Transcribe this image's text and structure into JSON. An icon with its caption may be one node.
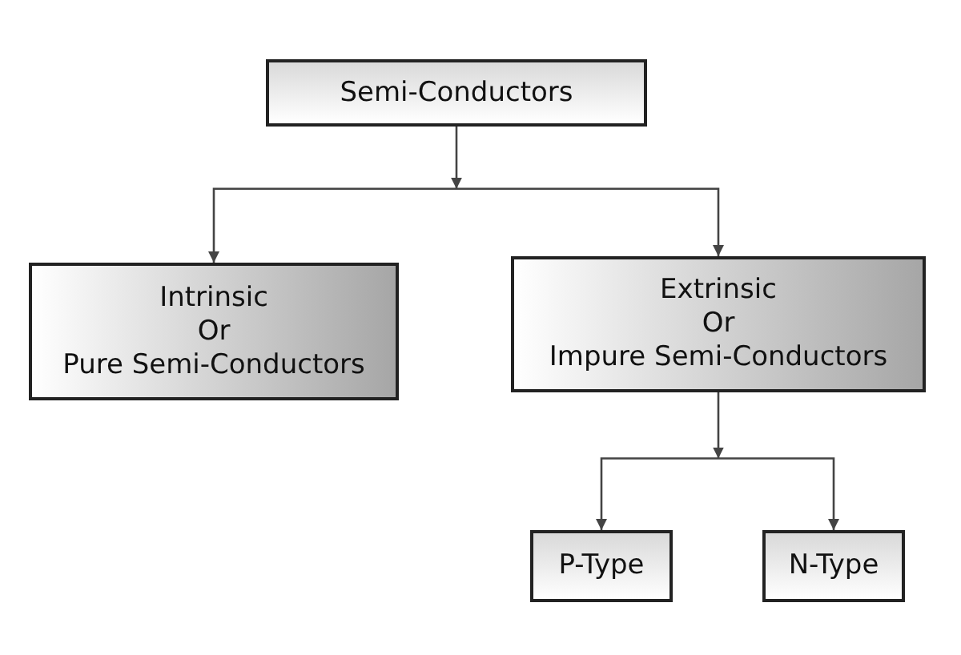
{
  "diagram": {
    "nodes": [
      {
        "text": [
          "Semi-Conductors"
        ]
      },
      {
        "text": [
          "Intrinsic",
          "Or",
          "Pure Semi-Conductors"
        ]
      },
      {
        "text": [
          "Extrinsic",
          "Or",
          "Impure Semi-Conductors"
        ]
      },
      {
        "text": [
          "P-Type"
        ]
      },
      {
        "text": [
          "N-Type"
        ]
      }
    ],
    "edges": [
      {
        "from": 0,
        "to": 1,
        "arrow": "to"
      },
      {
        "from": 0,
        "to": 2,
        "arrow": "to"
      },
      {
        "from": 2,
        "to": 3,
        "arrow": "to"
      },
      {
        "from": 2,
        "to": 4,
        "arrow": "to"
      }
    ]
  }
}
